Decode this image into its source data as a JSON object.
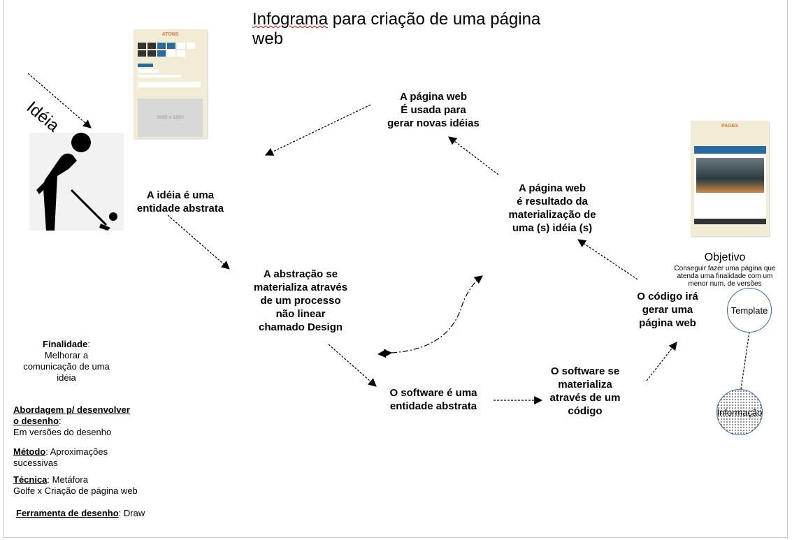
{
  "title": {
    "word1": "Infograma",
    "rest": " para criação de uma página\nweb"
  },
  "idea_label": "Idéia",
  "mockups": {
    "atoms": {
      "heading": "ATONS",
      "placeholder": "1080 x 1080"
    },
    "pages": {
      "heading": "PAGES"
    }
  },
  "nodes": {
    "idea_abstract": "A idéia é uma\nentidade abstrata",
    "abstraction": "A abstração se\nmaterializa através\nde um processo\nnão linear\nchamado Design",
    "web_new_ideas": "A página web\nÉ usada para\ngerar novas idéias",
    "web_result": "A página web\né resultado da\nmaterialização de\numa (s) idéia (s)",
    "code_generates": "O código irá\ngerar uma\npágina web",
    "software_materializes": "O software se\nmaterializa\natravés de um\ncódigo",
    "software_abstract": "O software é uma\nentidade abstrata"
  },
  "objective": {
    "title": "Objetivo",
    "text": "Conseguir fazer uma página que\natenda uma finalidade com um\nmenor num. de versões"
  },
  "circles": {
    "template": "Template",
    "information": "Informação"
  },
  "notes": {
    "finalidade_label": "Finalidade",
    "finalidade_text": "Melhorar a\ncomunicação de uma\nidéia",
    "abordagem_label": "Abordagem p/ desenvolver\no desenho",
    "abordagem_text": "Em versões do desenho",
    "metodo_label": "Método",
    "metodo_text": ": Aproximações\nsucessivas",
    "tecnica_label": "Técnica",
    "tecnica_text": ": Metáfora\nGolfe x Criação de página web",
    "ferramenta_label": "Ferramenta de desenho",
    "ferramenta_text": ": Draw"
  }
}
